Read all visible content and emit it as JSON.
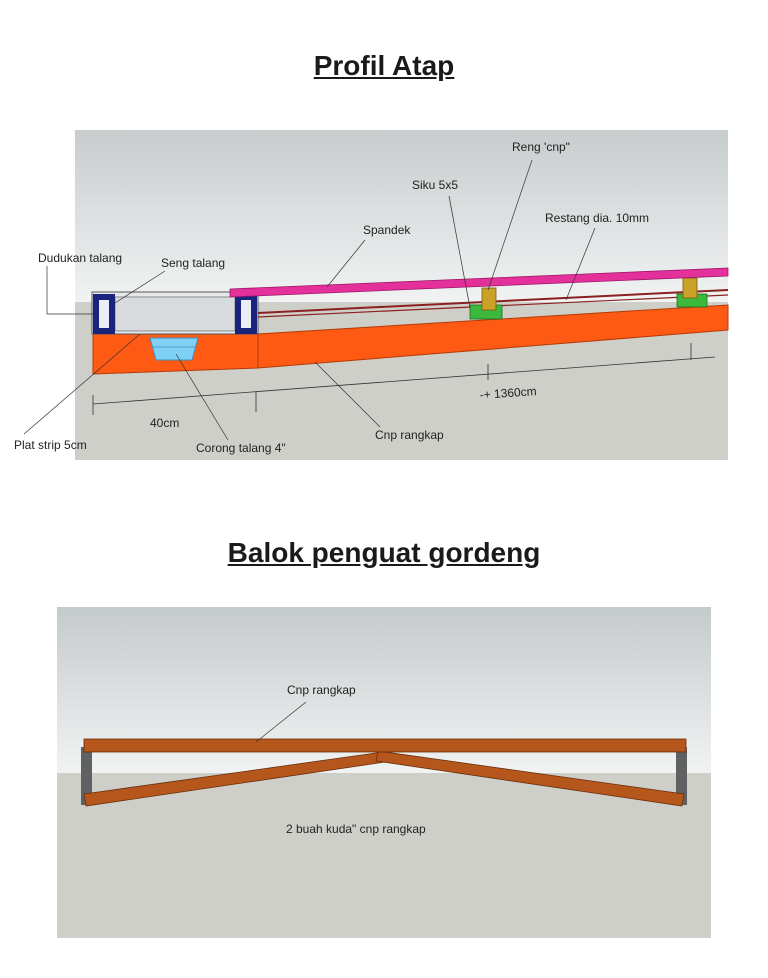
{
  "section1": {
    "title": "Profil Atap",
    "labels": {
      "reng": "Reng 'cnp\"",
      "siku": "Siku 5x5",
      "restang": "Restang dia. 10mm",
      "spandek": "Spandek",
      "dudukan": "Dudukan talang",
      "seng": "Seng talang",
      "span": "-+ 1360cm",
      "width40": "40cm",
      "cnp": "Cnp rangkap",
      "plat": "Plat strip 5cm",
      "corong": "Corong talang 4\""
    }
  },
  "section2": {
    "title": "Balok penguat gordeng",
    "labels": {
      "cnp": "Cnp rangkap",
      "kuda": "2 buah kuda\" cnp rangkap"
    }
  },
  "colors": {
    "spandek": "#e4309a",
    "cnp": "#ff5a14",
    "talang_frame": "#1a237e",
    "corong": "#7fd0f5",
    "siku": "#3cb83c",
    "reng": "#c9a227",
    "timber": "#b5561c",
    "ground": "#cfcfca"
  }
}
